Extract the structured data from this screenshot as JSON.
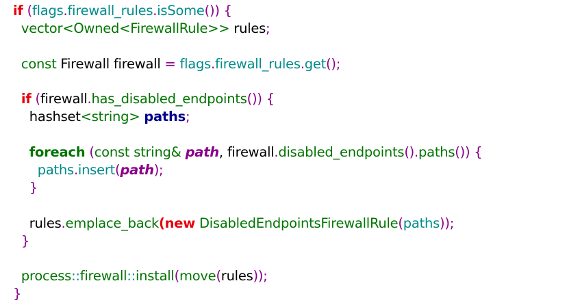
{
  "colors": {
    "keyword": "#e8000b",
    "loop_keyword": "#007400",
    "identifier": "#008b8b",
    "function": "#007400",
    "punctuation": "#8b008b",
    "plain": "#000000",
    "bold_variable": "#00008b",
    "italic_variable": "#8b008b"
  },
  "code": {
    "lines": [
      [
        {
          "t": "if",
          "c": "kw"
        },
        {
          "t": " ",
          "c": "tx"
        },
        {
          "t": "(",
          "c": "pn"
        },
        {
          "t": "flags",
          "c": "id"
        },
        {
          "t": ".",
          "c": "pn"
        },
        {
          "t": "firewall_rules",
          "c": "id"
        },
        {
          "t": ".",
          "c": "pn"
        },
        {
          "t": "isSome",
          "c": "id"
        },
        {
          "t": "()) {",
          "c": "pn"
        }
      ],
      [
        {
          "t": "  ",
          "c": "tx"
        },
        {
          "t": "vector<Owned<FirewallRule>>",
          "c": "fn"
        },
        {
          "t": " rules",
          "c": "tx"
        },
        {
          "t": ";",
          "c": "pn"
        }
      ],
      [],
      [
        {
          "t": "  ",
          "c": "tx"
        },
        {
          "t": "const",
          "c": "fn"
        },
        {
          "t": " Firewall firewall ",
          "c": "tx"
        },
        {
          "t": "=",
          "c": "pn"
        },
        {
          "t": " ",
          "c": "tx"
        },
        {
          "t": "flags",
          "c": "id"
        },
        {
          "t": ".",
          "c": "pn"
        },
        {
          "t": "firewall_rules",
          "c": "id"
        },
        {
          "t": ".",
          "c": "pn"
        },
        {
          "t": "get",
          "c": "id"
        },
        {
          "t": "();",
          "c": "pn"
        }
      ],
      [],
      [
        {
          "t": "  ",
          "c": "tx"
        },
        {
          "t": "if",
          "c": "kw"
        },
        {
          "t": " ",
          "c": "tx"
        },
        {
          "t": "(",
          "c": "pn"
        },
        {
          "t": "firewall",
          "c": "tx"
        },
        {
          "t": ".",
          "c": "pn"
        },
        {
          "t": "has_disabled_endpoints",
          "c": "fn"
        },
        {
          "t": "()) {",
          "c": "pn"
        }
      ],
      [
        {
          "t": "    hashset",
          "c": "tx"
        },
        {
          "t": "<string>",
          "c": "fn"
        },
        {
          "t": " ",
          "c": "tx"
        },
        {
          "t": "paths",
          "c": "vb"
        },
        {
          "t": ";",
          "c": "pn"
        }
      ],
      [],
      [
        {
          "t": "    ",
          "c": "tx"
        },
        {
          "t": "foreach",
          "c": "kw2"
        },
        {
          "t": " ",
          "c": "tx"
        },
        {
          "t": "(",
          "c": "pn"
        },
        {
          "t": "const string& ",
          "c": "fn"
        },
        {
          "t": "path",
          "c": "var"
        },
        {
          "t": ", firewall",
          "c": "tx"
        },
        {
          "t": ".",
          "c": "pn"
        },
        {
          "t": "disabled_endpoints",
          "c": "fn"
        },
        {
          "t": "().",
          "c": "pn"
        },
        {
          "t": "paths",
          "c": "fn"
        },
        {
          "t": "()) {",
          "c": "pn"
        }
      ],
      [
        {
          "t": "      ",
          "c": "tx"
        },
        {
          "t": "paths",
          "c": "id"
        },
        {
          "t": ".",
          "c": "pn"
        },
        {
          "t": "insert",
          "c": "id"
        },
        {
          "t": "(",
          "c": "pn"
        },
        {
          "t": "path",
          "c": "var"
        },
        {
          "t": ");",
          "c": "pn"
        }
      ],
      [
        {
          "t": "    ",
          "c": "tx"
        },
        {
          "t": "}",
          "c": "pn"
        }
      ],
      [],
      [
        {
          "t": "    rules",
          "c": "tx"
        },
        {
          "t": ".",
          "c": "pn"
        },
        {
          "t": "emplace_back",
          "c": "fn"
        },
        {
          "t": "(",
          "c": "kw"
        },
        {
          "t": "new",
          "c": "kw"
        },
        {
          "t": " ",
          "c": "tx"
        },
        {
          "t": "DisabledEndpointsFirewallRule",
          "c": "fn"
        },
        {
          "t": "(",
          "c": "pn"
        },
        {
          "t": "paths",
          "c": "id"
        },
        {
          "t": "));",
          "c": "pn"
        }
      ],
      [
        {
          "t": "  ",
          "c": "tx"
        },
        {
          "t": "}",
          "c": "pn"
        }
      ],
      [],
      [
        {
          "t": "  ",
          "c": "tx"
        },
        {
          "t": "process",
          "c": "fn"
        },
        {
          "t": "::",
          "c": "id"
        },
        {
          "t": "firewall",
          "c": "fn"
        },
        {
          "t": "::",
          "c": "id"
        },
        {
          "t": "install",
          "c": "fn"
        },
        {
          "t": "(",
          "c": "pn"
        },
        {
          "t": "move",
          "c": "fn"
        },
        {
          "t": "(",
          "c": "pn"
        },
        {
          "t": "rules",
          "c": "tx"
        },
        {
          "t": "));",
          "c": "pn"
        }
      ],
      [
        {
          "t": "}",
          "c": "pn"
        }
      ]
    ]
  }
}
